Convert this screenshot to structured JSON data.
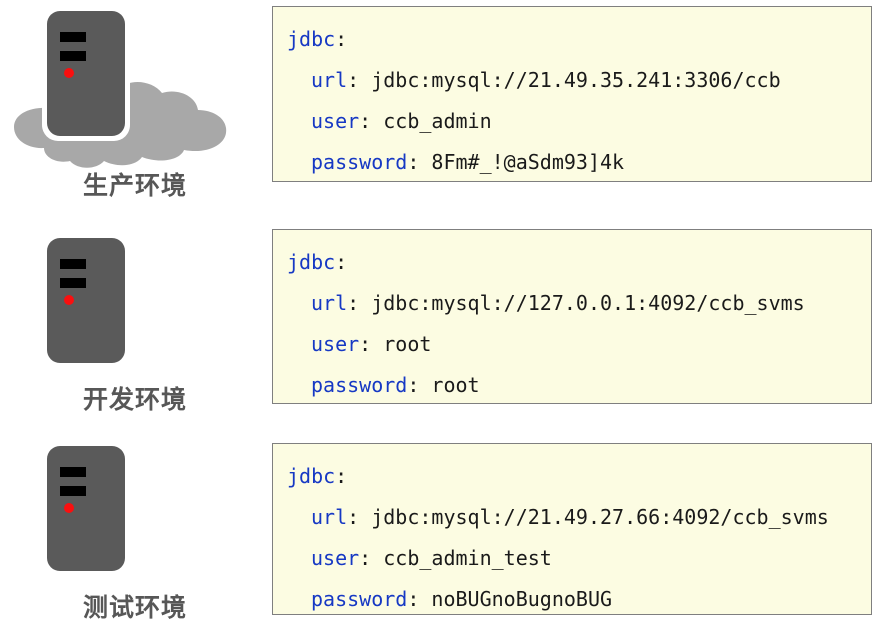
{
  "environments": [
    {
      "id": "production",
      "label": "生产环境",
      "icon": "server-with-cloud-icon",
      "has_cloud": true,
      "config": {
        "root_key": "jdbc",
        "entries": [
          {
            "key": "url",
            "value": "jdbc:mysql://21.49.35.241:3306/ccb"
          },
          {
            "key": "user",
            "value": "ccb_admin"
          },
          {
            "key": "password",
            "value": "8Fm#_!@aSdm93]4k"
          }
        ]
      }
    },
    {
      "id": "development",
      "label": "开发环境",
      "icon": "server-icon",
      "has_cloud": false,
      "config": {
        "root_key": "jdbc",
        "entries": [
          {
            "key": "url",
            "value": "jdbc:mysql://127.0.0.1:4092/ccb_svms"
          },
          {
            "key": "user",
            "value": "root"
          },
          {
            "key": "password",
            "value": "root"
          }
        ]
      }
    },
    {
      "id": "test",
      "label": "测试环境",
      "icon": "server-icon",
      "has_cloud": false,
      "config": {
        "root_key": "jdbc",
        "entries": [
          {
            "key": "url",
            "value": "jdbc:mysql://21.49.27.66:4092/ccb_svms"
          },
          {
            "key": "user",
            "value": "ccb_admin_test"
          },
          {
            "key": "password",
            "value": "noBUGnoBugnoBUG"
          }
        ]
      }
    }
  ],
  "punctuation": {
    "colon": ":",
    "colon_space": ": "
  },
  "colors": {
    "panel_background": "#fcfce2",
    "panel_border": "#7f7f7f",
    "yaml_key": "#1638c4",
    "yaml_value": "#1a1a1a",
    "label_text": "#575757",
    "server_body": "#5a5a5a",
    "server_slot": "#000000",
    "server_led": "#fa0f0f",
    "cloud": "#a8a8a8",
    "server_outline": "#ffffff"
  }
}
